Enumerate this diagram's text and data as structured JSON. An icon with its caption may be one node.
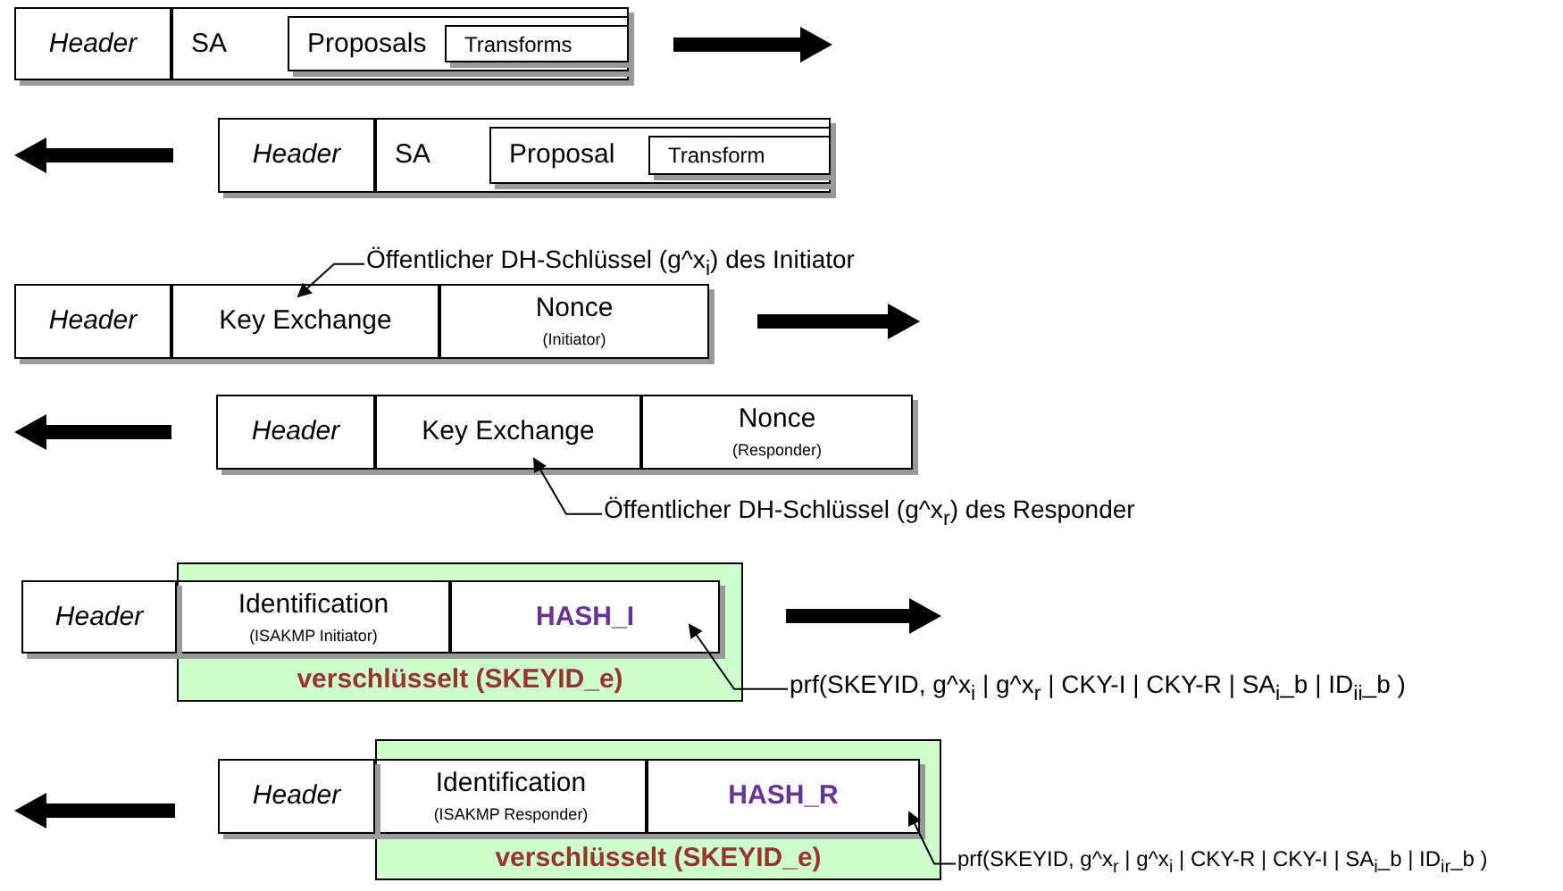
{
  "diagram": {
    "nodes": [
      {
        "text": [
          "Header"
        ]
      },
      {
        "text": [
          "SA"
        ]
      },
      {
        "text": [
          "Proposals"
        ],
        "in": 1
      },
      {
        "text": [
          "Transforms"
        ],
        "in": 2
      },
      {
        "text": [
          "Header"
        ]
      },
      {
        "text": [
          "SA"
        ]
      },
      {
        "text": [
          "Proposal"
        ],
        "in": 5
      },
      {
        "text": [
          "Transform"
        ],
        "in": 6
      },
      {
        "text": [
          "Header"
        ]
      },
      {
        "text": [
          "Key Exchange"
        ]
      },
      {
        "text": [
          "Nonce",
          "(Initiator)"
        ]
      },
      {
        "text": [
          "Öffentlicher DH-Schlüssel (g^x$_{i}$) des Initiator"
        ]
      },
      {
        "text": [
          "Header"
        ]
      },
      {
        "text": [
          "Key Exchange"
        ]
      },
      {
        "text": [
          "Nonce",
          "(Responder)"
        ]
      },
      {
        "text": [
          "Öffentlicher DH-Schlüssel (g^x$_{r}$) des Responder"
        ]
      },
      {
        "text": [
          "verschlüsselt (SKEYID_e)"
        ]
      },
      {
        "text": [
          "Header"
        ]
      },
      {
        "text": [
          "Identification",
          "(ISAKMP Initiator)"
        ],
        "in": 16
      },
      {
        "text": [
          "HASH_I"
        ],
        "in": 16
      },
      {
        "text": [
          "prf(SKEYID, g^x$_{i}$ | g^x$_{r}$ | CKY-I | CKY-R | SA$_{i}$_b | ID$_{ii}$_b )"
        ]
      },
      {
        "text": [
          "verschlüsselt (SKEYID_e)"
        ]
      },
      {
        "text": [
          "Header"
        ]
      },
      {
        "text": [
          "Identification",
          "(ISAKMP Responder)"
        ],
        "in": 21
      },
      {
        "text": [
          "HASH_R"
        ],
        "in": 21
      },
      {
        "text": [
          "prf(SKEYID, g^x$_{r}$ | g^x$_{i}$ | CKY-R | CKY-I | SA$_{i}$_b | ID$_{ir}$_b )"
        ]
      }
    ],
    "edges": [
      {
        "from": 11,
        "to": 9,
        "arrow": "to"
      },
      {
        "from": 15,
        "to": 13,
        "arrow": "to"
      },
      {
        "from": 20,
        "to": 19,
        "arrow": "to"
      },
      {
        "from": 25,
        "to": 24,
        "arrow": "to"
      }
    ]
  }
}
